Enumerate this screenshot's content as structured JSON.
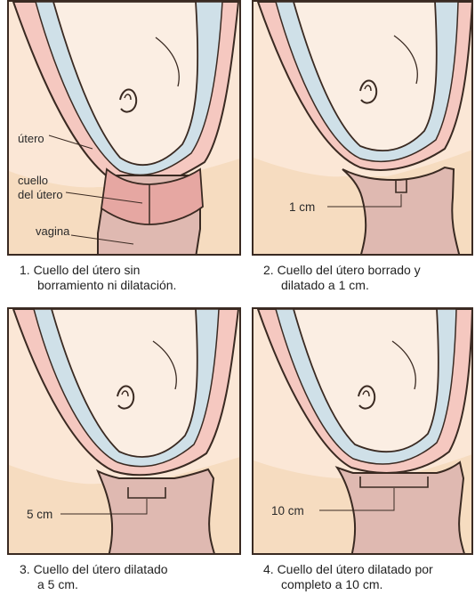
{
  "colors": {
    "background": "#f6dcc0",
    "outline": "#3a2a22",
    "skin": "#fbeee3",
    "wall": "#f5c8c0",
    "fluid": "#cfe0e8",
    "cervix_closed": "#e6a7a2",
    "canal": "#dfb9b1"
  },
  "panels": [
    {
      "labels": {
        "utero": "útero",
        "cuello_l1": "cuello",
        "cuello_l2": "del útero",
        "vagina": "vagina"
      },
      "caption": {
        "line1": "1. Cuello del útero sin",
        "line2": "borramiento ni dilatación."
      }
    },
    {
      "measure": "1 cm",
      "caption": {
        "line1": "2. Cuello del útero borrado y",
        "line2": "dilatado a 1 cm."
      }
    },
    {
      "measure": "5 cm",
      "caption": {
        "line1": "3. Cuello del útero dilatado",
        "line2": "a 5 cm."
      }
    },
    {
      "measure": "10 cm",
      "caption": {
        "line1": "4. Cuello del útero dilatado por",
        "line2": "completo a 10 cm."
      }
    }
  ]
}
